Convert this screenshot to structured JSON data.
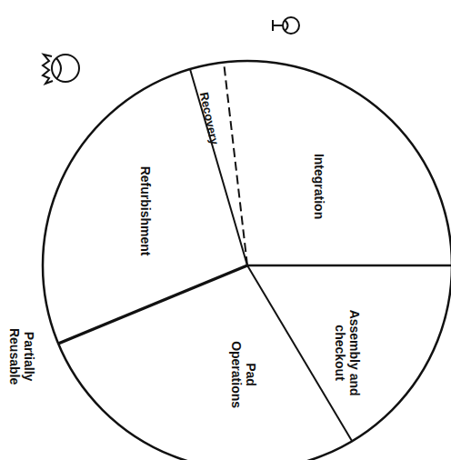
{
  "diagram": {
    "nodes": [
      {
        "text": [
          "Integration"
        ]
      },
      {
        "text": [
          "Assembly and checkout"
        ]
      },
      {
        "text": [
          "Pad Operations"
        ]
      },
      {
        "text": [
          "Refurbishment"
        ]
      },
      {
        "text": [
          "Recovery"
        ]
      }
    ],
    "labels": [
      "Partially Reusable"
    ]
  }
}
